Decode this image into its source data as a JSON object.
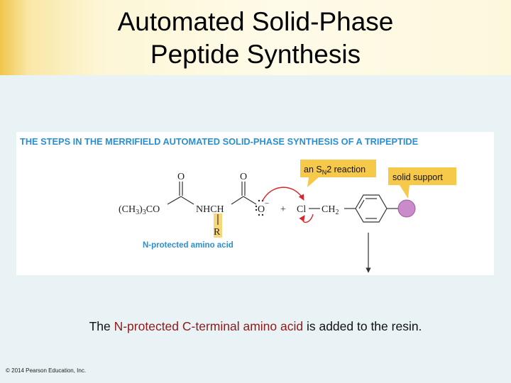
{
  "slide": {
    "title_line1": "Automated Solid-Phase",
    "title_line2": "Peptide Synthesis"
  },
  "figure": {
    "heading": "THE STEPS IN THE MERRIFIELD AUTOMATED SOLID-PHASE SYNTHESIS OF A TRIPEPTIDE",
    "callout_sn2_prefix": "an S",
    "callout_sn2_sub": "N",
    "callout_sn2_suffix": "2 reaction",
    "callout_support": "solid support",
    "label_amino_acid": "N-protected amino acid",
    "chem": {
      "boc": "(CH",
      "boc_sub1": "3",
      "boc_mid": ")",
      "boc_sub2": "3",
      "boc_end": "CO",
      "nhch": "NHCH",
      "r_group": "R",
      "oxygen_top1": "O",
      "oxygen_top2": "O",
      "carboxylate_o": "O",
      "minus": "−",
      "plus": "+",
      "chlorine": "Cl",
      "ch2": "CH",
      "ch2_sub": "2"
    },
    "colors": {
      "heading": "#2a8fd0",
      "callout_fill": "#f7c94a",
      "arrow_red": "#d8262e",
      "resin_bead": "#c98bc9",
      "r_highlight": "#f7d77a"
    }
  },
  "caption": {
    "part1": "The ",
    "highlight": "N-protected C-terminal amino acid",
    "part2": " is added to the resin."
  },
  "footer": {
    "copyright": "© 2014 Pearson Education, Inc."
  }
}
